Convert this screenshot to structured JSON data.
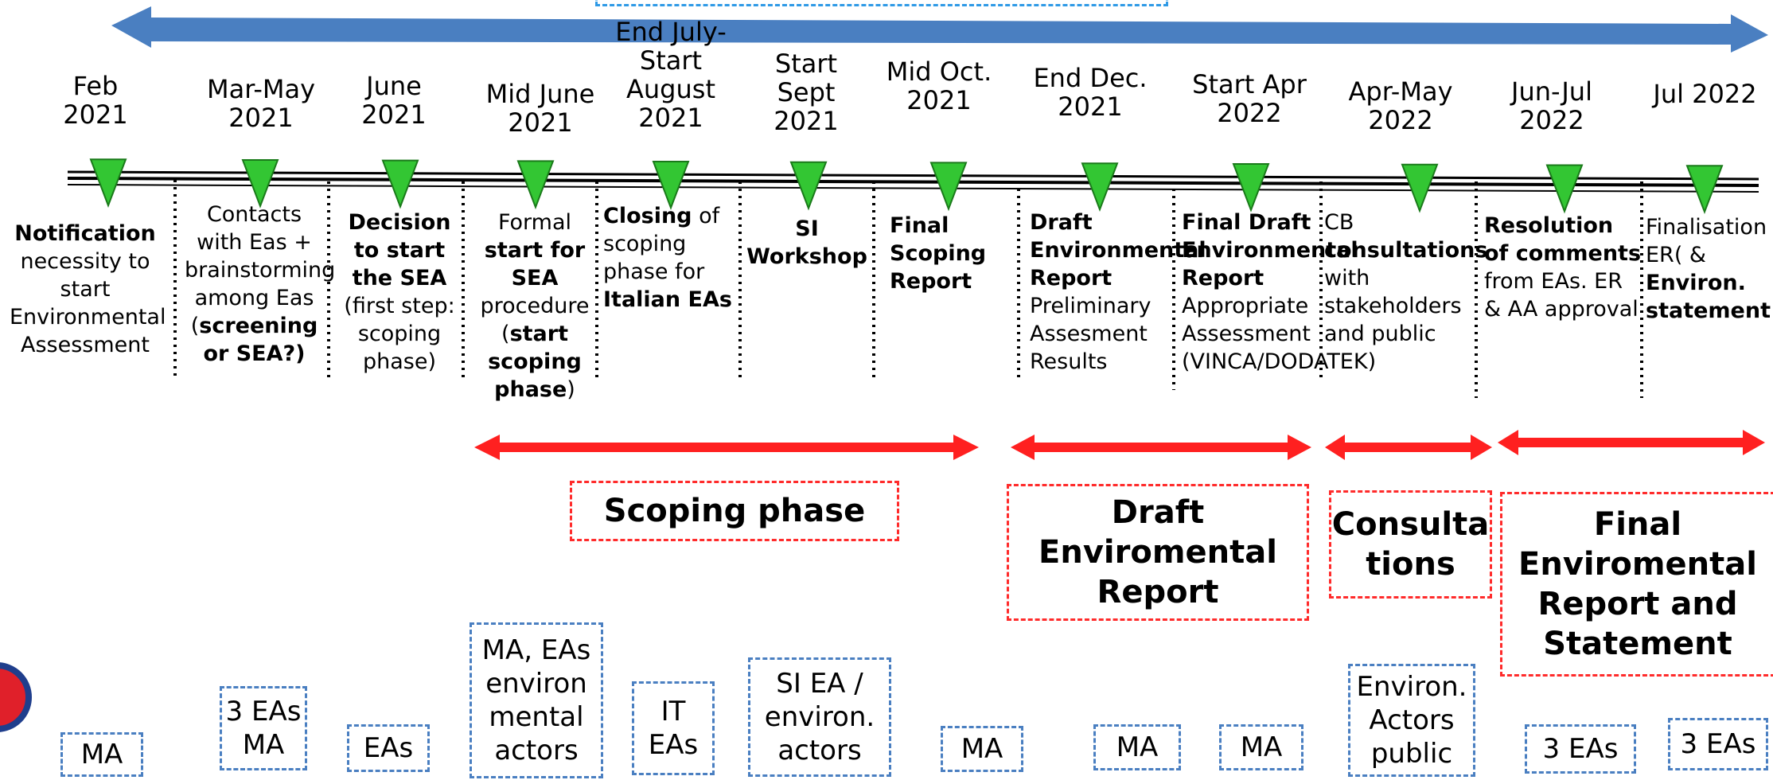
{
  "colors": {
    "timeline_arrow": "#4a7fc1",
    "marker": "#33c633",
    "phase_arrow": "#ff2020",
    "phase_border": "#ff2b2b",
    "actor_border": "#4a7fc1"
  },
  "milestones": [
    {
      "date": "Feb 2021",
      "desc": [
        {
          "t": "Notification",
          "b": true
        },
        {
          "t": " necessity to start Environmental Assessment",
          "b": false
        }
      ]
    },
    {
      "date": "Mar-May 2021",
      "desc": [
        {
          "t": "Contacts with Eas + brainstorming among Eas (",
          "b": false
        },
        {
          "t": "screening or SEA?)",
          "b": true
        }
      ]
    },
    {
      "date": "June 2021",
      "desc": [
        {
          "t": "Decision to start the SEA",
          "b": true
        },
        {
          "t": " (first step: scoping phase)",
          "b": false
        }
      ]
    },
    {
      "date": "Mid June 2021",
      "desc": [
        {
          "t": "Formal ",
          "b": false
        },
        {
          "t": "start for SEA",
          "b": true
        },
        {
          "t": " procedure (",
          "b": false
        },
        {
          "t": "start scoping phase",
          "b": true
        },
        {
          "t": ")",
          "b": false
        }
      ]
    },
    {
      "date": "End July-Start August 2021",
      "desc": [
        {
          "t": "Closing",
          "b": true
        },
        {
          "t": " of scoping phase for ",
          "b": false
        },
        {
          "t": "Italian EAs",
          "b": true
        }
      ]
    },
    {
      "date": "Start Sept 2021",
      "desc": [
        {
          "t": "SI Workshop",
          "b": true
        }
      ]
    },
    {
      "date": "Mid Oct. 2021",
      "desc": [
        {
          "t": "Final Scoping Report",
          "b": true
        }
      ]
    },
    {
      "date": "End Dec. 2021",
      "desc": [
        {
          "t": "Draft Environmental Report",
          "b": true
        },
        {
          "t": " Preliminary Assesment Results",
          "b": false
        }
      ]
    },
    {
      "date": "Start Apr 2022",
      "desc": [
        {
          "t": "Final Draft Environmental Report",
          "b": true
        },
        {
          "t": " Appropriate Assessment (VINCA/DODATEK)",
          "b": false
        }
      ]
    },
    {
      "date": "Apr-May 2022",
      "desc": [
        {
          "t": "CB ",
          "b": false
        },
        {
          "t": "consultations",
          "b": true
        },
        {
          "t": " with stakeholders and public",
          "b": false
        }
      ]
    },
    {
      "date": "Jun-Jul 2022",
      "desc": [
        {
          "t": "Resolution of comments",
          "b": true
        },
        {
          "t": " from EAs. ER & AA approval",
          "b": false
        }
      ]
    },
    {
      "date": "Jul 2022",
      "desc": [
        {
          "t": "Finalisation ER( & ",
          "b": false
        },
        {
          "t": "Environ. statement",
          "b": true
        }
      ]
    }
  ],
  "phases": [
    {
      "label": "Scoping phase"
    },
    {
      "label": "Draft Enviromental Report"
    },
    {
      "label": "Consultations"
    },
    {
      "label": "Final Enviromental Report and Statement"
    }
  ],
  "actors": [
    {
      "label": "MA"
    },
    {
      "label": "3 EAs MA"
    },
    {
      "label": "EAs"
    },
    {
      "label": "MA, EAs environ mental actors"
    },
    {
      "label": "IT EAs"
    },
    {
      "label": "SI EA / environ. actors"
    },
    {
      "label": "MA"
    },
    {
      "label": "MA"
    },
    {
      "label": "MA"
    },
    {
      "label": "Environ. Actors public"
    },
    {
      "label": "3 EAs"
    },
    {
      "label": "3 EAs"
    }
  ]
}
